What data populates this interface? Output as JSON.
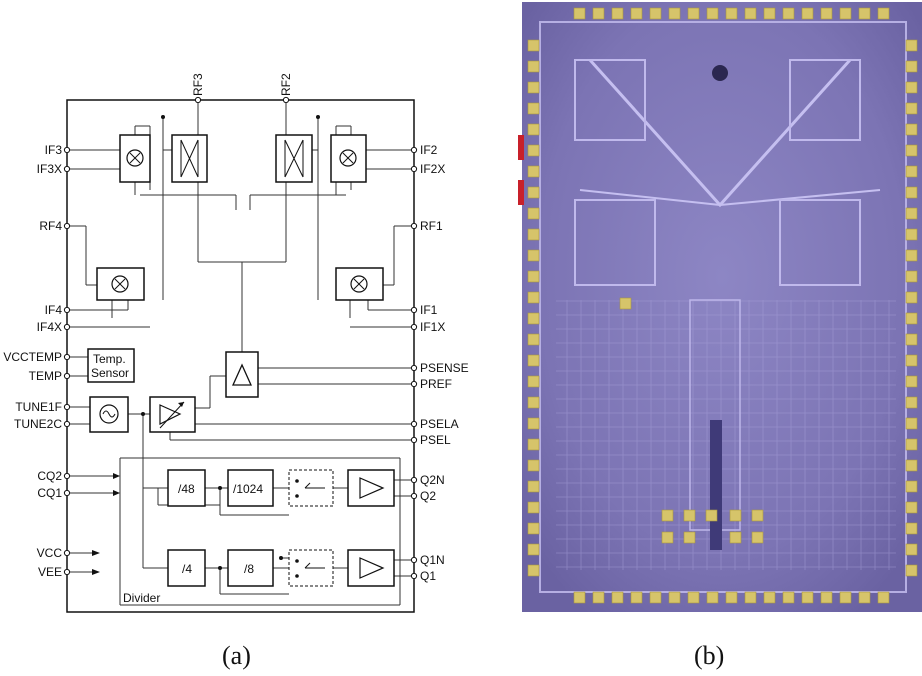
{
  "figure": {
    "panel_a": {
      "caption": "(a)",
      "top_pins": [
        "RF3",
        "RF2"
      ],
      "left_pins": [
        "IF3",
        "IF3X",
        "RF4",
        "IF4",
        "IF4X",
        "VCCTEMP",
        "TEMP",
        "TUNE1F",
        "TUNE2C",
        "CQ2",
        "CQ1",
        "VCC",
        "VEE"
      ],
      "right_pins": [
        "IF2",
        "IF2X",
        "RF1",
        "IF1",
        "IF1X",
        "PSENSE",
        "PREF",
        "PSELA",
        "PSEL",
        "Q2N",
        "Q2",
        "Q1N",
        "Q1"
      ],
      "temp_sensor_line1": "Temp.",
      "temp_sensor_line2": "Sensor",
      "divider_label": "Divider",
      "div_48": "/48",
      "div_1024": "/1024",
      "div_4": "/4",
      "div_8": "/8"
    },
    "panel_b": {
      "caption": "(b)"
    }
  }
}
